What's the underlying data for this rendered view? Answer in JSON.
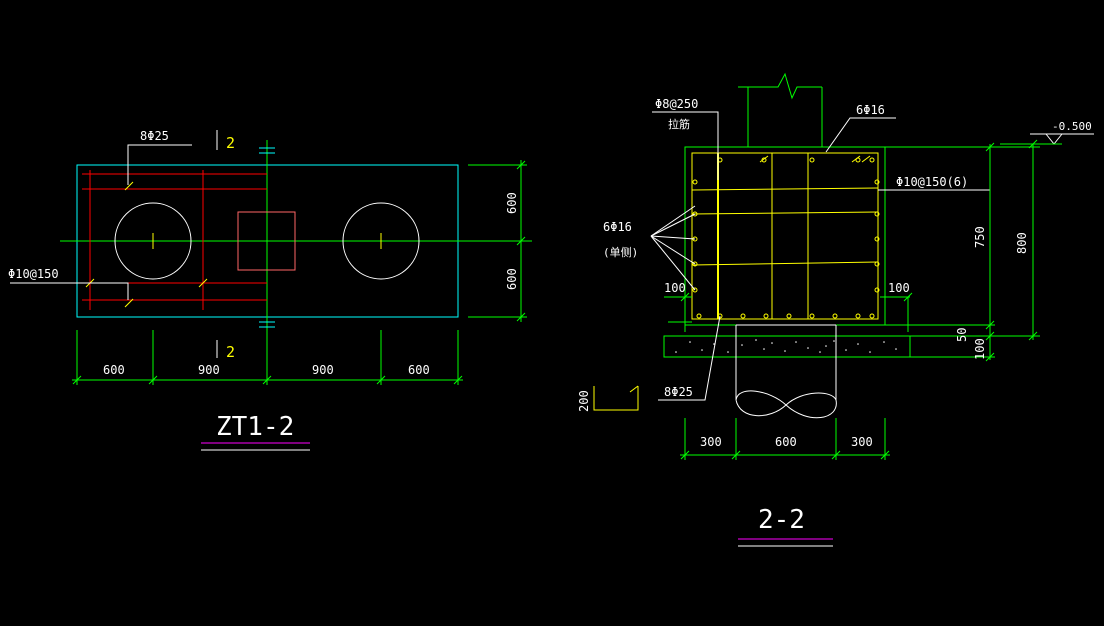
{
  "colors": {
    "background": "#000000",
    "dimension": "#00ff00",
    "outline": "#00ffff",
    "rebar": "#ff0000",
    "pile": "#ffffff",
    "column": "#ff6666",
    "section_rebar": "#ffff00",
    "underline_top": "#ff00ff",
    "underline_bottom": "#ffffff"
  },
  "plan": {
    "title": "ZT1-2",
    "rebar_top_label": "8Φ25",
    "rebar_left_label": "Φ10@150",
    "section_mark_top": "2",
    "section_mark_bottom": "2",
    "dim_bottom": [
      "600",
      "900",
      "900",
      "600"
    ],
    "dim_right": [
      "600",
      "600"
    ]
  },
  "section": {
    "title": "2-2",
    "label_stirrup": "Φ8@250",
    "label_stirrup_sub": "拉筋",
    "label_top_bars": "6Φ16",
    "label_hoop": "Φ10@150(6)",
    "label_side_bars": "6Φ16",
    "label_side_bars_sub": "(单侧)",
    "label_bottom_bars": "8Φ25",
    "elevation": "-0.500",
    "dim_left_100": "100",
    "dim_right_100": "100",
    "dim_right_inner": "750",
    "dim_right_outer": "800",
    "dim_right_50": "50",
    "dim_right_100b": "100",
    "dim_bottom": [
      "300",
      "600",
      "300"
    ],
    "hook_dim": "200"
  }
}
